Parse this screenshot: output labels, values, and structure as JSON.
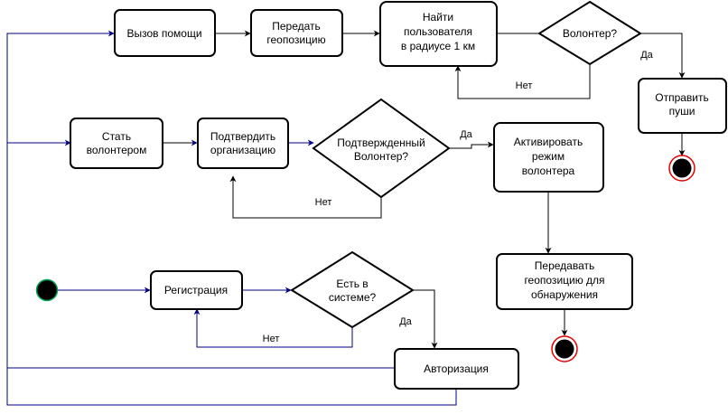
{
  "nodes": {
    "call_help": "Вызов помощи",
    "send_geo": [
      "Передать",
      "геопозицию"
    ],
    "find_users": [
      "Найти",
      "пользователя",
      "в радиусе 1 км"
    ],
    "volunteer_q": "Волонтер?",
    "send_push": [
      "Отправить",
      "пуши"
    ],
    "become_volunteer": [
      "Стать",
      "волонтером"
    ],
    "confirm_org": [
      "Подтвердить",
      "организацию"
    ],
    "confirmed_volunteer_q": [
      "Подтвержденный",
      "Волонтер?"
    ],
    "activate_mode": [
      "Активировать",
      "режим",
      "волонтера"
    ],
    "transmit_geo": [
      "Передавать",
      "геопозицию для",
      "обнаружения"
    ],
    "registration": "Регистрация",
    "in_system_q": [
      "Есть в",
      "системе?"
    ],
    "authorization": "Авторизация"
  },
  "edge_labels": {
    "yes": "Да",
    "no": "Нет"
  },
  "colors": {
    "black": "#000000",
    "blue_connector": "#000080",
    "start_ring": "#00a651",
    "end_ring": "#e00000"
  }
}
